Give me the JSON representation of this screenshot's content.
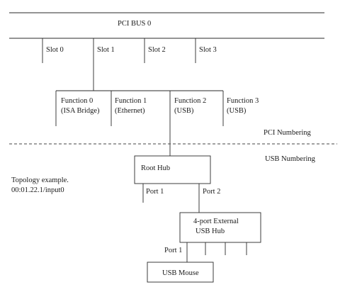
{
  "bus": {
    "title": "PCI BUS 0"
  },
  "slots": [
    {
      "label": "Slot 0"
    },
    {
      "label": "Slot 1"
    },
    {
      "label": "Slot 2"
    },
    {
      "label": "Slot 3"
    }
  ],
  "functions": [
    {
      "name": "Function 0",
      "detail": "(ISA Bridge)"
    },
    {
      "name": "Function 1",
      "detail": "(Ethernet)"
    },
    {
      "name": "Function 2",
      "detail": "(USB)"
    },
    {
      "name": "Function 3",
      "detail": "(USB)"
    }
  ],
  "sections": {
    "pci_numbering": "PCI Numbering",
    "usb_numbering": "USB Numbering"
  },
  "topology": {
    "line1": "Topology example.",
    "line2": "00:01.22.1/input0"
  },
  "root_hub": {
    "label": "Root Hub",
    "port1": "Port 1",
    "port2": "Port 2"
  },
  "external_hub": {
    "line1": "4-port External",
    "line2": "USB Hub",
    "port1": "Port 1"
  },
  "device": {
    "label": "USB Mouse"
  }
}
